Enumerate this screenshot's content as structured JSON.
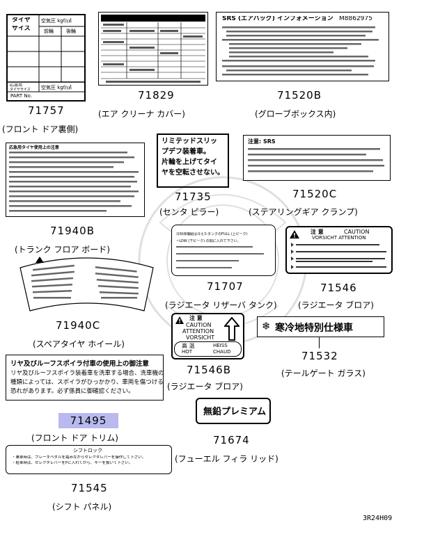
{
  "colors": {
    "highlight": "#b9b9f0",
    "ink": "#000000"
  },
  "parts": [
    {
      "number": "71757",
      "caption": "(フロント ドア裏側)"
    },
    {
      "number": "71829",
      "caption": "(エア クリーナ カバー)"
    },
    {
      "number": "71520B",
      "caption": "(グローブボックス内)"
    },
    {
      "number": "71735",
      "caption": "(センタ ピラー)"
    },
    {
      "number": "71520C",
      "caption": "(ステアリングギア クランプ)"
    },
    {
      "number": "71940B",
      "caption": "(トランク フロア ボード)"
    },
    {
      "number": "71707",
      "caption": "(ラジエータ リザーバ タンク)"
    },
    {
      "number": "71546",
      "caption": "(ラジエータ ブロア)"
    },
    {
      "number": "71940C",
      "caption": "(スペアタイヤ ホイール)"
    },
    {
      "number": "71546B",
      "caption": "(ラジエータ ブロア)"
    },
    {
      "number": "71532",
      "caption": "(テールゲート ガラス)"
    },
    {
      "number": "71495",
      "caption": "(フロント ドア トリム)"
    },
    {
      "number": "71674",
      "caption": "(フューエル フィラ リッド)"
    },
    {
      "number": "71545",
      "caption": "(シフト パネル)"
    }
  ],
  "labels": {
    "tire": {
      "r1a": "タイヤ",
      "r1b": "空気圧 kgf/㎠",
      "r2a": "サイズ",
      "r2b": "前輪",
      "r2c": "後輪",
      "r3a": "応急用",
      "r3b": "タイヤサイズ",
      "r3c": "空気圧 kgf/㎠",
      "part": "PART No."
    },
    "srs_info": {
      "title": "SRS (エアバッグ) インフォメーション",
      "code": "M8862975"
    },
    "limited_slip": {
      "l1": "リミテッドスリッ",
      "l2": "プデフ装着車。",
      "l3": "片輪を上げてタイ",
      "l4": "ヤを空転させない。"
    },
    "srs_clamp": {
      "title": "注意: SRS"
    },
    "trunk": {
      "title": "応急用タイヤ使用上の注意"
    },
    "reservoir": {
      "l1": "冷却液補給は冷えたタンクのFULL (上ピーク)",
      "l2": "~LOW (下ピーク) の間に入れて下さい。"
    },
    "caution546": {
      "jp": "注 意",
      "en": "CAUTION",
      "fr": "VORSICHT ATTENTION"
    },
    "caution546b": {
      "jp": "注 意",
      "l1": "CAUTION",
      "l2": "ATTENTION",
      "l3": "VORSICHT",
      "hot1": "高 温",
      "hot2": "HEISS",
      "hot3": "HOT",
      "hot4": "CHAUD"
    },
    "cold": {
      "text": "寒冷地特別仕様車"
    },
    "spoiler": {
      "l1": "リヤ及びルーフスポイラ付車の使用上の御注意",
      "l2": "リヤ及びルーフスポイラ装着車を洗車する場合、洗車機の",
      "l3": "種類によっては、スポイラがひっかかり、車両を傷つける",
      "l4": "恐れがあります。必ず係員に御確認ください。"
    },
    "premium": {
      "text": "無鉛プレミアム"
    },
    "shift": {
      "title": "シフトロック",
      "l1": "・乗車時は、ブレーキペダルを踏みながらセレクタレバーを操作して下さい。",
      "l2": "・駐車時は、セレクタレバーをPに入れてから、キーを抜いて下さい。"
    }
  },
  "diagram_code": "3R24H09"
}
